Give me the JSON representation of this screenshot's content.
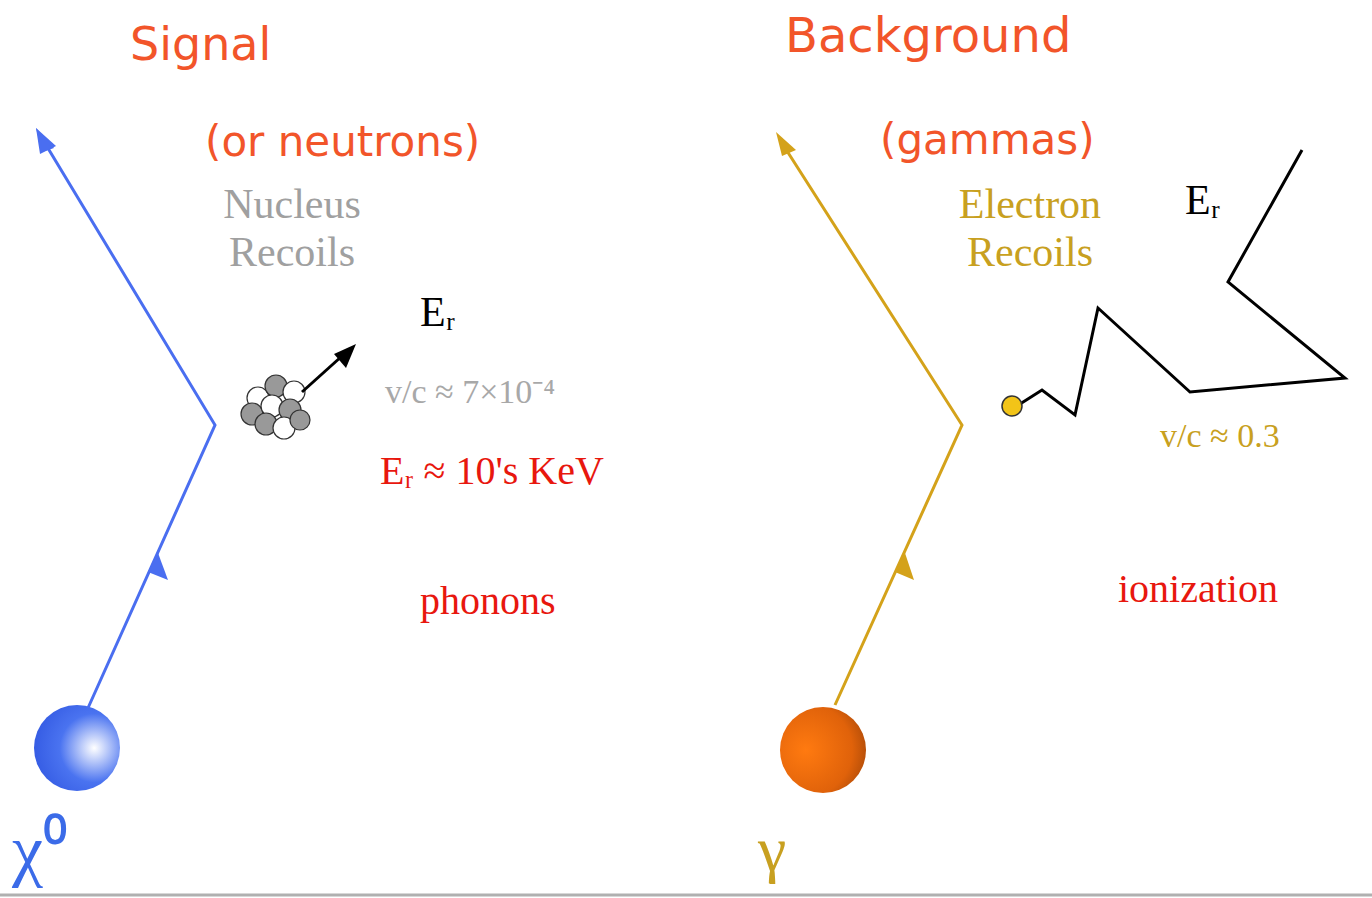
{
  "diagram": {
    "labels": [
      "Signal",
      "(or neutrons)",
      "Nucleus Recoils",
      "Eᵣ",
      "v/c ≈ 7×10⁻⁴",
      "Eᵣ ≈ 10's KeV",
      "phonons",
      "χ⁰",
      "Background",
      "(gammas)",
      "Electron Recoils",
      "Eᵣ",
      "v/c ≈ 0.3",
      "ionization",
      "γ"
    ]
  }
}
